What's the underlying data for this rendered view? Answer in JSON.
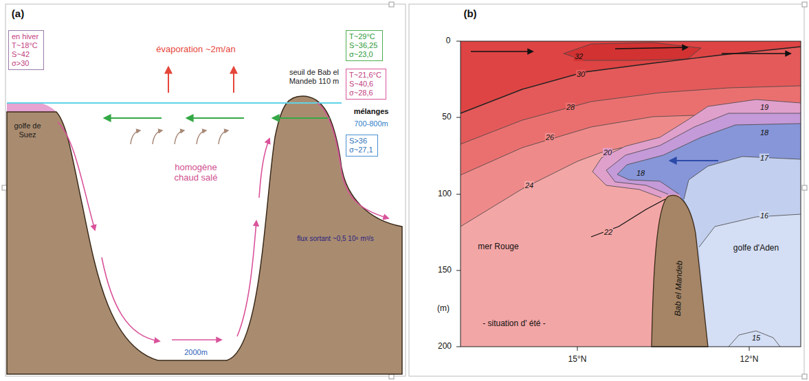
{
  "diagram": {
    "nodes": [
      {
        "text": [
          "en hiver",
          "T~18°C",
          "S~42",
          "σ>30"
        ]
      },
      {
        "text": [
          "T~29°C",
          "S~36,25",
          "σ~23,0"
        ]
      },
      {
        "text": [
          "T~21,6°C",
          "S~40,6",
          "σ~28,6"
        ]
      },
      {
        "text": [
          "S>36",
          "σ~27,1"
        ]
      }
    ],
    "labels": [
      "(a)",
      "évaporation ~2m/an",
      "golfe de Suez",
      "homogène chaud salé",
      "seuil de Bab el Mandeb 110 m",
      "2000m",
      "mélanges",
      "700-800m",
      "flux sortant ~0,5 10⁶ m³/s",
      "(b)",
      "0",
      "50",
      "100",
      "150",
      "200",
      "(m)",
      "32",
      "30",
      "28",
      "26",
      "24",
      "22",
      "20",
      "18",
      "19",
      "18",
      "17",
      "16",
      "15",
      "mer Rouge",
      "Bab el Mandeb",
      "golfe d'Aden",
      "- situation d' été -",
      "15°N",
      "12°N"
    ]
  }
}
